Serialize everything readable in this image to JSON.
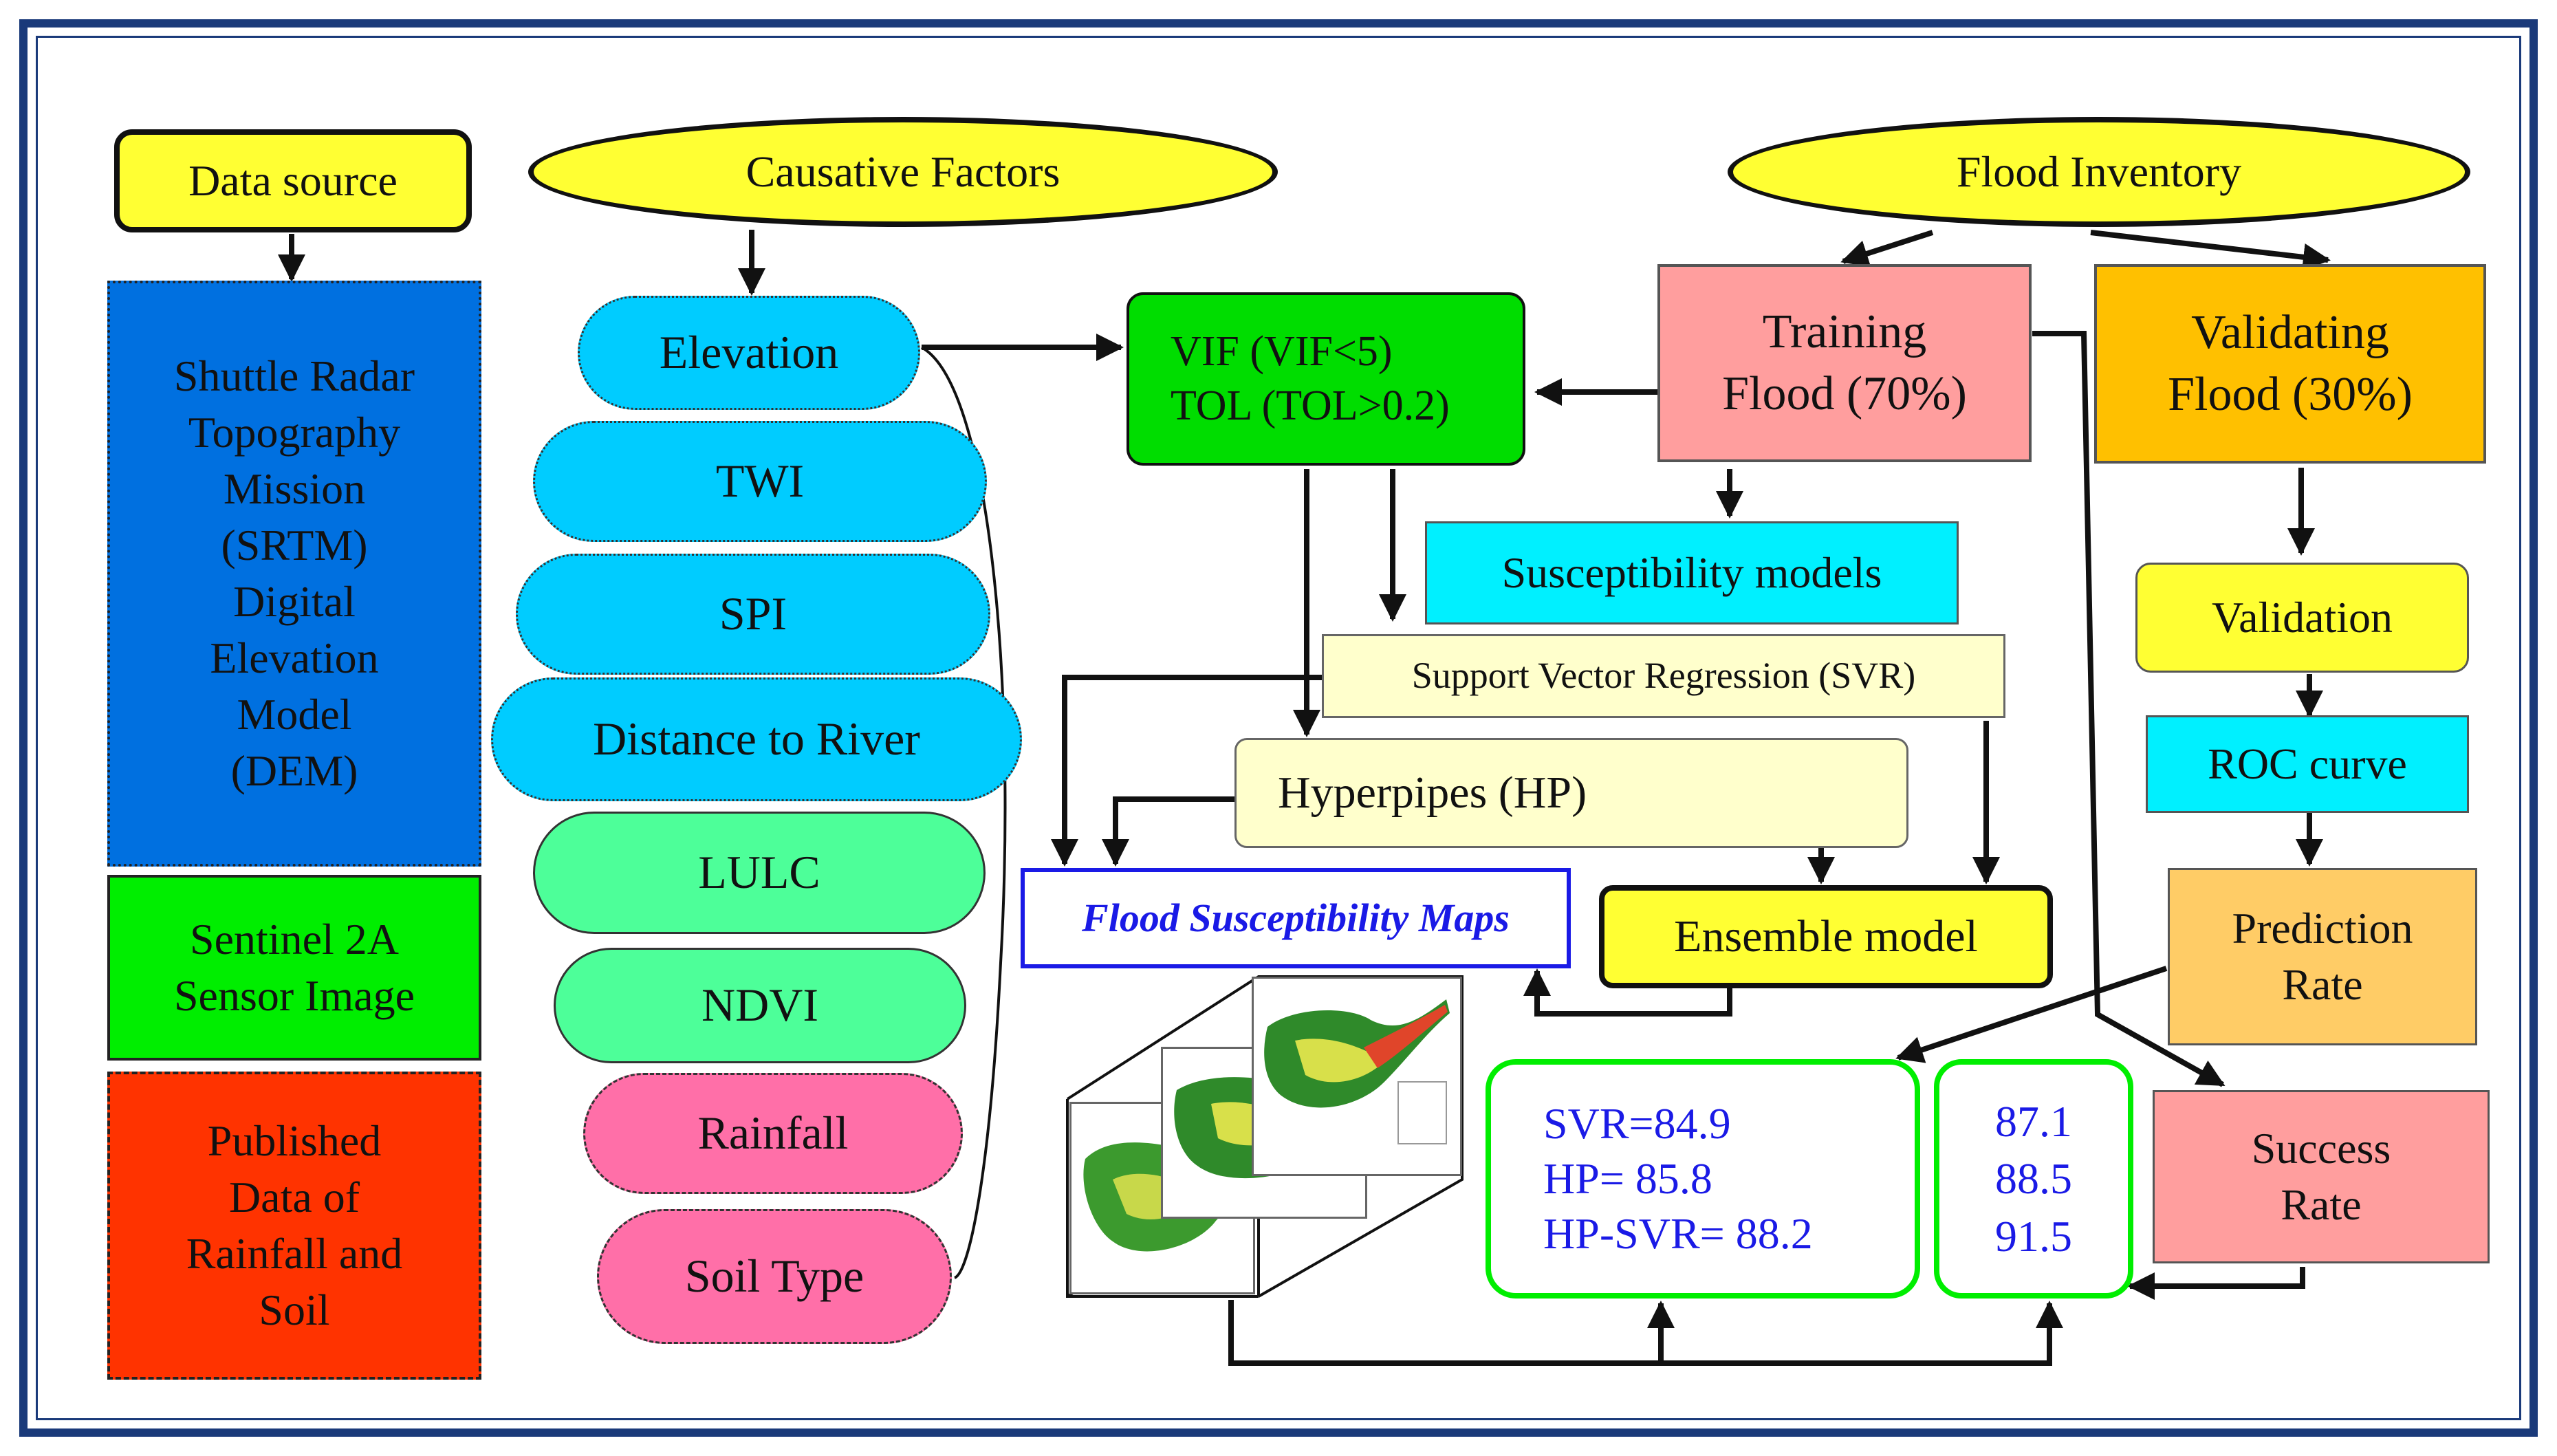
{
  "colors": {
    "frame": "#1a3a7a",
    "yellow": "#ffff33",
    "blue": "#0070e0",
    "green": "#00ee00",
    "red": "#ff3300",
    "sky": "#00ccff",
    "mint": "#4dff99",
    "pink": "#ff6fa8",
    "vif_green": "#00dd00",
    "salmon": "#ff9e9e",
    "orange": "#ffc000",
    "light_orange": "#ffcc66",
    "cyan": "#00f0ff",
    "cream": "#ffffcc",
    "result_border": "#00ee00",
    "result_text": "#1a1ae6"
  },
  "data_source": {
    "title": "Data source",
    "srtm": [
      "Shuttle Radar",
      "Topography",
      "Mission",
      "(SRTM)",
      "Digital",
      "Elevation",
      "Model",
      "(DEM)"
    ],
    "sentinel": [
      "Sentinel 2A",
      "Sensor Image"
    ],
    "published": [
      "Published",
      "Data of",
      "Rainfall and",
      "Soil"
    ]
  },
  "causative": {
    "title": "Causative Factors",
    "factors": [
      "Elevation",
      "TWI",
      "SPI",
      "Distance to River",
      "LULC",
      "NDVI",
      "Rainfall",
      "Soil Type"
    ]
  },
  "vif": {
    "line1": "VIF (VIF<5)",
    "line2": "TOL (TOL>0.2)"
  },
  "inventory": {
    "title": "Flood Inventory",
    "training": [
      "Training",
      "Flood (70%)"
    ],
    "validating": [
      "Validating",
      "Flood (30%)"
    ]
  },
  "models": {
    "susceptibility": "Susceptibility models",
    "svr": "Support Vector Regression (SVR)",
    "hp": "Hyperpipes (HP)",
    "ensemble": "Ensemble model",
    "maps": "Flood Susceptibility Maps"
  },
  "validation": {
    "validation": "Validation",
    "roc": "ROC curve",
    "prediction": [
      "Prediction",
      "Rate"
    ],
    "success": [
      "Success",
      "Rate"
    ]
  },
  "results": {
    "prediction": [
      "SVR=84.9",
      "HP= 85.8",
      "HP-SVR= 88.2"
    ],
    "success": [
      "87.1",
      "88.5",
      "91.5"
    ]
  }
}
